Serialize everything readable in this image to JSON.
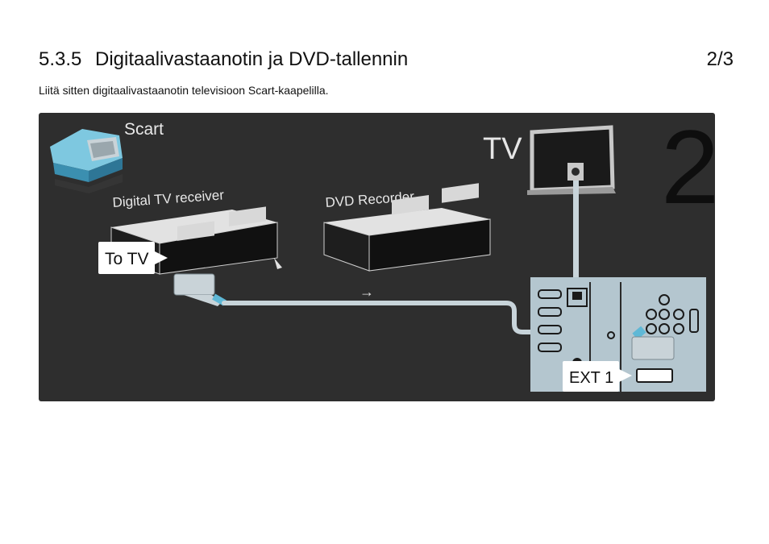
{
  "header": {
    "section_number": "5.3.5",
    "title": "Digitaalivastaanotin ja DVD-tallennin",
    "page_indicator": "2/3"
  },
  "intro_text": "Liitä sitten digitaalivastaanotin televisioon Scart-kaapelilla.",
  "figure": {
    "step_number": "2",
    "connector_label": "Scart",
    "tv_label": "TV",
    "receiver_label": "Digital TV receiver",
    "recorder_label": "DVD Recorder",
    "to_tv_label": "To TV",
    "ext_label": "EXT 1",
    "arrow_glyph": "→",
    "colors": {
      "background": "#2e2e2e",
      "tv_panel": "#b4c6cf",
      "cable": "#c8d4da",
      "connector_accent": "#5fb8d6"
    },
    "icons": [
      "scart-connector-icon",
      "tv-icon",
      "digital-tv-receiver-icon",
      "dvd-recorder-icon",
      "scart-plug-icon"
    ]
  }
}
